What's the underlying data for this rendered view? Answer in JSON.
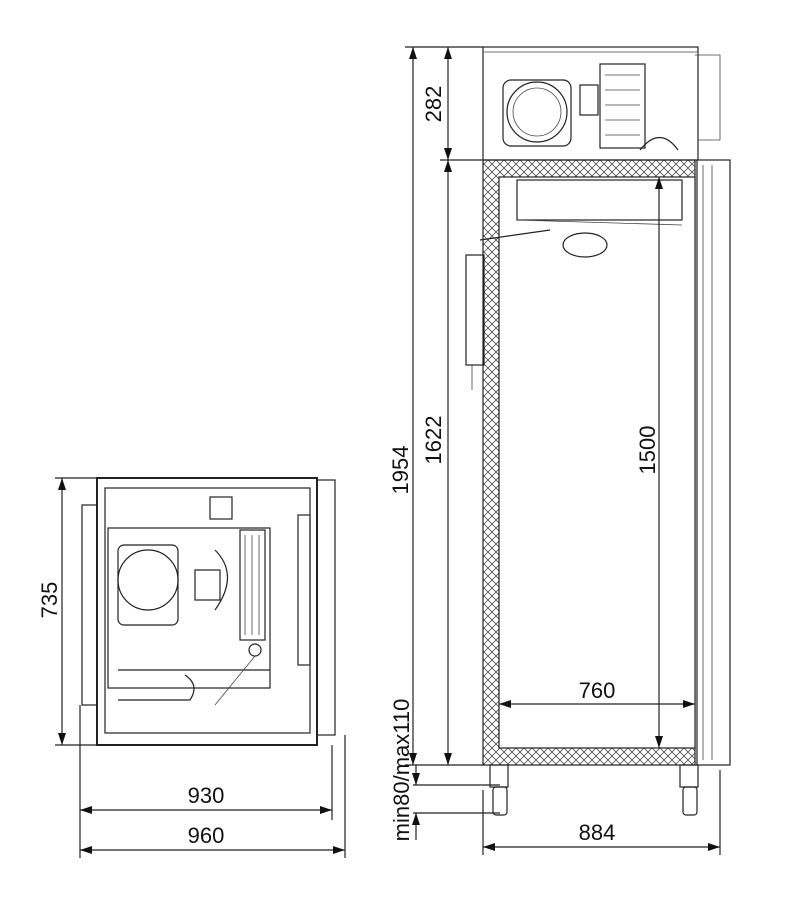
{
  "title": "Refrigerated cabinet dimensional drawing",
  "side_view": {
    "dimensions": {
      "total_height": "1954",
      "top_unit_height": "282",
      "body_height": "1622",
      "interior_height": "1500",
      "interior_depth": "760",
      "leg_height": "min80/max110",
      "total_depth": "884"
    }
  },
  "top_view": {
    "dimensions": {
      "depth": "735",
      "width": "930",
      "width_with_handle": "960"
    }
  },
  "colors": {
    "line": "#222222",
    "background": "#ffffff"
  }
}
